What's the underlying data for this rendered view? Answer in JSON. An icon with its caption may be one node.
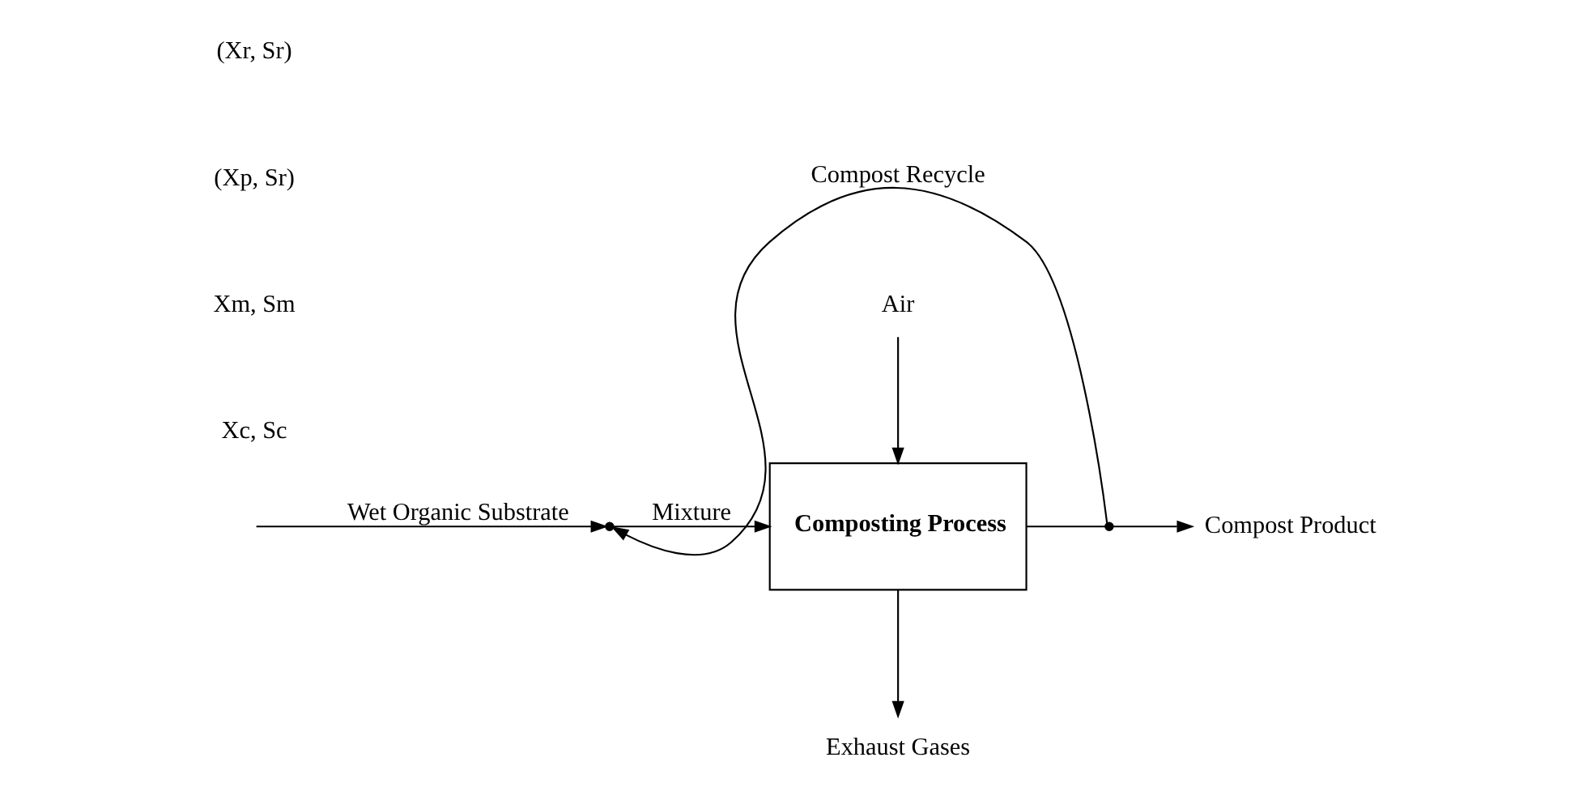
{
  "diagram": {
    "nodes": [
      {
        "text": [
          "Composting Process"
        ]
      },
      {
        "text": [],
        "shape": "point"
      },
      {
        "text": [],
        "shape": "point"
      },
      {
        "text": [
          "Exhaust Gases"
        ]
      },
      {
        "text": [
          "Compost Product"
        ]
      },
      {
        "text": [
          "Air"
        ]
      }
    ],
    "edges": [
      {
        "from": null,
        "to": 1,
        "arrow": "to",
        "label": "Wet Organic Substrate"
      },
      {
        "from": 1,
        "to": 0,
        "arrow": "to",
        "label": "Mixture"
      },
      {
        "from": 0,
        "to": 3,
        "arrow": "to"
      },
      {
        "from": 0,
        "to": 2,
        "arrow": "none"
      },
      {
        "from": 2,
        "to": 4,
        "arrow": "to"
      },
      {
        "from": 5,
        "to": 0,
        "arrow": "to"
      },
      {
        "from": 2,
        "to": 1,
        "arrow": "to",
        "label": "Compost Recycle"
      }
    ],
    "labels": [
      "Xc, Sc",
      "Xm, Sm",
      "(Xp, Sr)",
      "(Xr, Sr)"
    ]
  }
}
